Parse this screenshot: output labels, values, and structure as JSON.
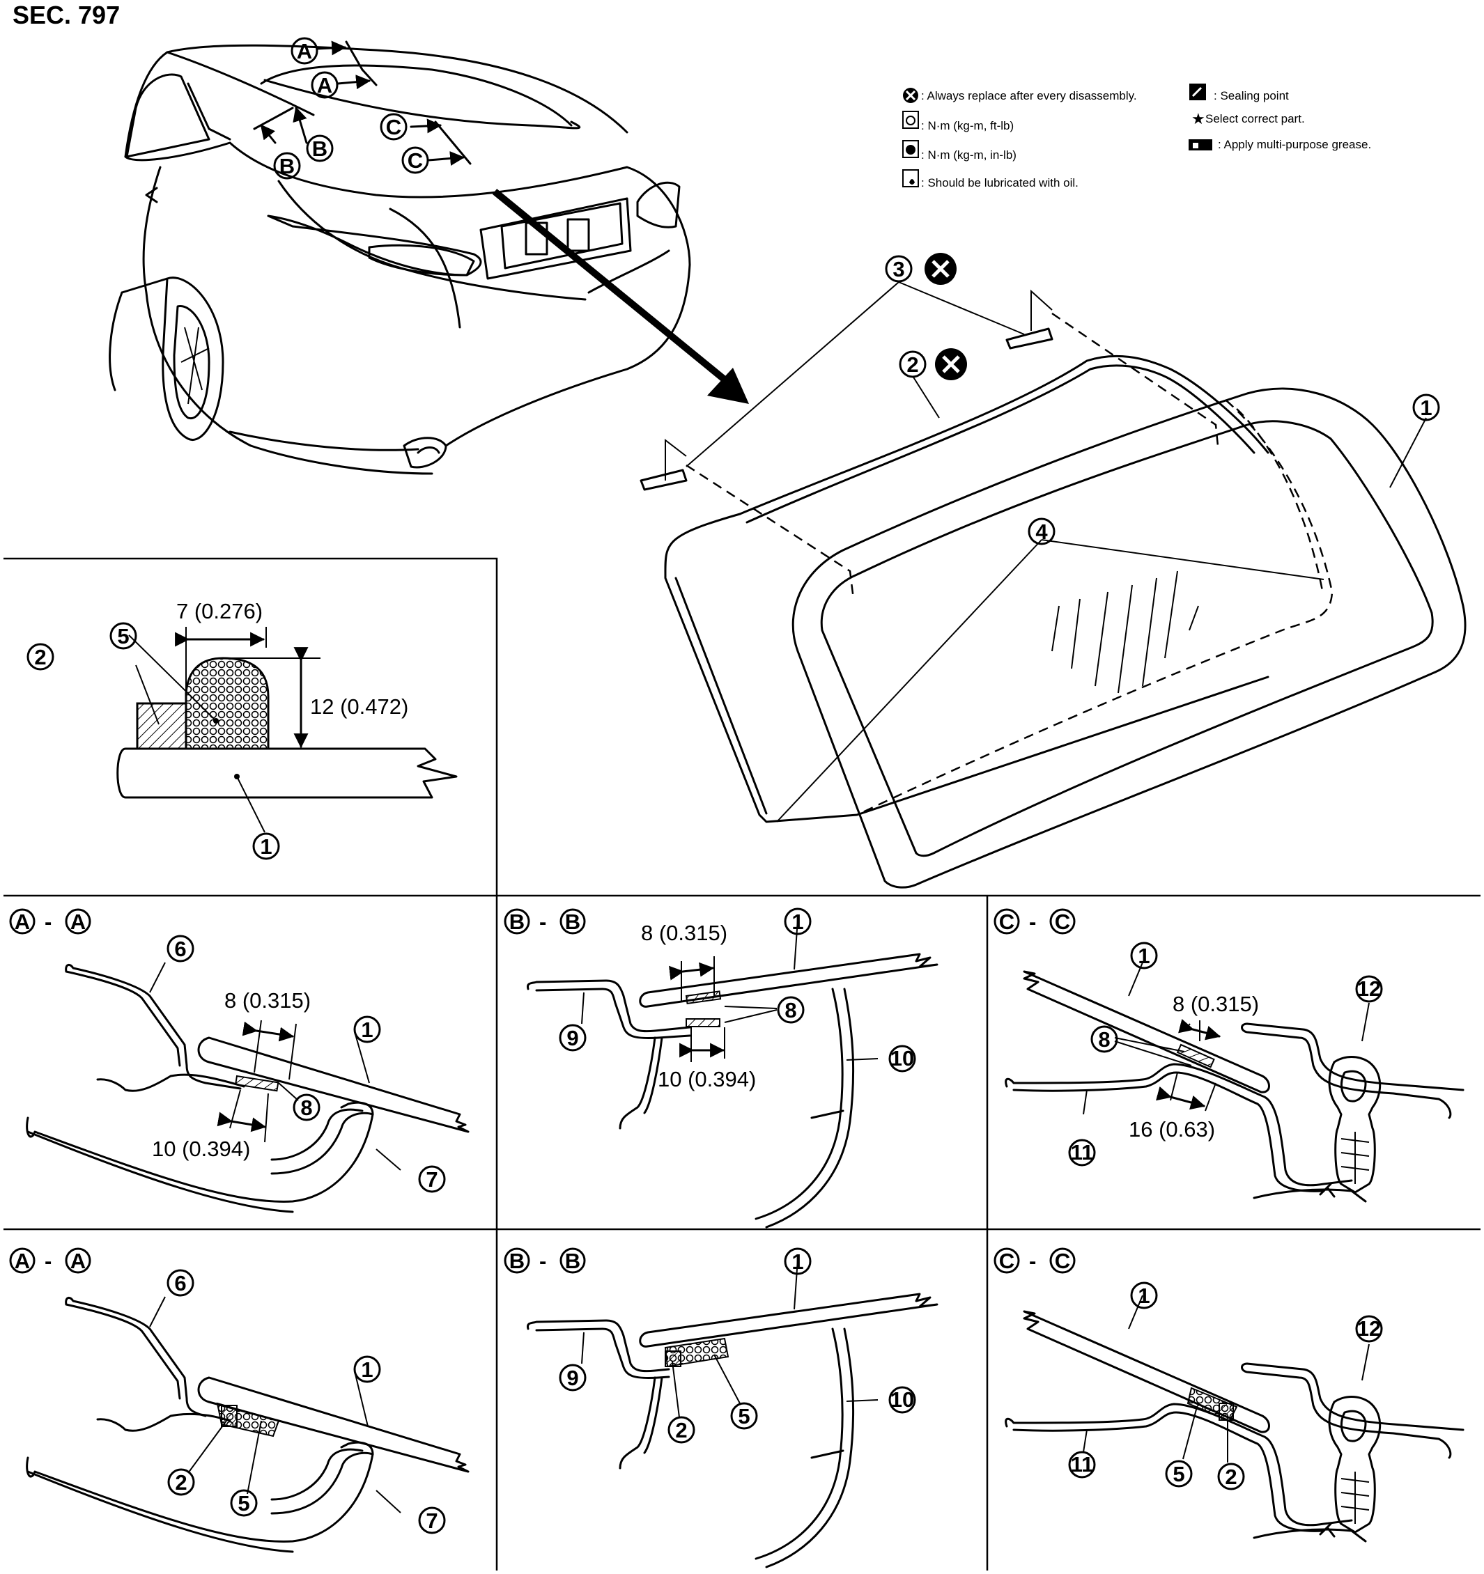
{
  "section_label": "SEC. 797",
  "legend": {
    "replace": ": Always replace after every disassembly.",
    "torque_ftlb": ": N·m (kg-m, ft-lb)",
    "torque_inlb": ": N·m (kg-m, in-lb)",
    "lubricate_oil": ": Should be lubricated with oil.",
    "sealing": ": Sealing point",
    "select": "Select correct part.",
    "grease": ": Apply multi-purpose grease."
  },
  "car_markers": {
    "a1": "A",
    "a2": "A",
    "b1": "B",
    "b2": "B",
    "c1": "C",
    "c2": "C"
  },
  "glass_callouts": {
    "n1": "1",
    "n2": "2",
    "n3": "3",
    "n4": "4"
  },
  "detail": {
    "width_dim": "7 (0.276)",
    "height_dim": "12 (0.472)",
    "n1": "1",
    "n2": "2",
    "n5": "5"
  },
  "section_titles": {
    "aa": "A",
    "bb": "B",
    "cc": "C",
    "sep": "-"
  },
  "sections_top": {
    "aa": {
      "dim8": "8 (0.315)",
      "dim10": "10 (0.394)",
      "n1": "1",
      "n6": "6",
      "n7": "7",
      "n8": "8"
    },
    "bb": {
      "dim8": "8 (0.315)",
      "dim10": "10 (0.394)",
      "n1": "1",
      "n8": "8",
      "n9": "9",
      "n10": "10"
    },
    "cc": {
      "dim8": "8 (0.315)",
      "dim16": "16 (0.63)",
      "n1": "1",
      "n8": "8",
      "n11": "11",
      "n12": "12"
    }
  },
  "sections_bottom": {
    "aa": {
      "n1": "1",
      "n2": "2",
      "n5": "5",
      "n6": "6",
      "n7": "7"
    },
    "bb": {
      "n1": "1",
      "n2": "2",
      "n5": "5",
      "n9": "9",
      "n10": "10"
    },
    "cc": {
      "n1": "1",
      "n2": "2",
      "n5": "5",
      "n11": "11",
      "n12": "12"
    }
  }
}
